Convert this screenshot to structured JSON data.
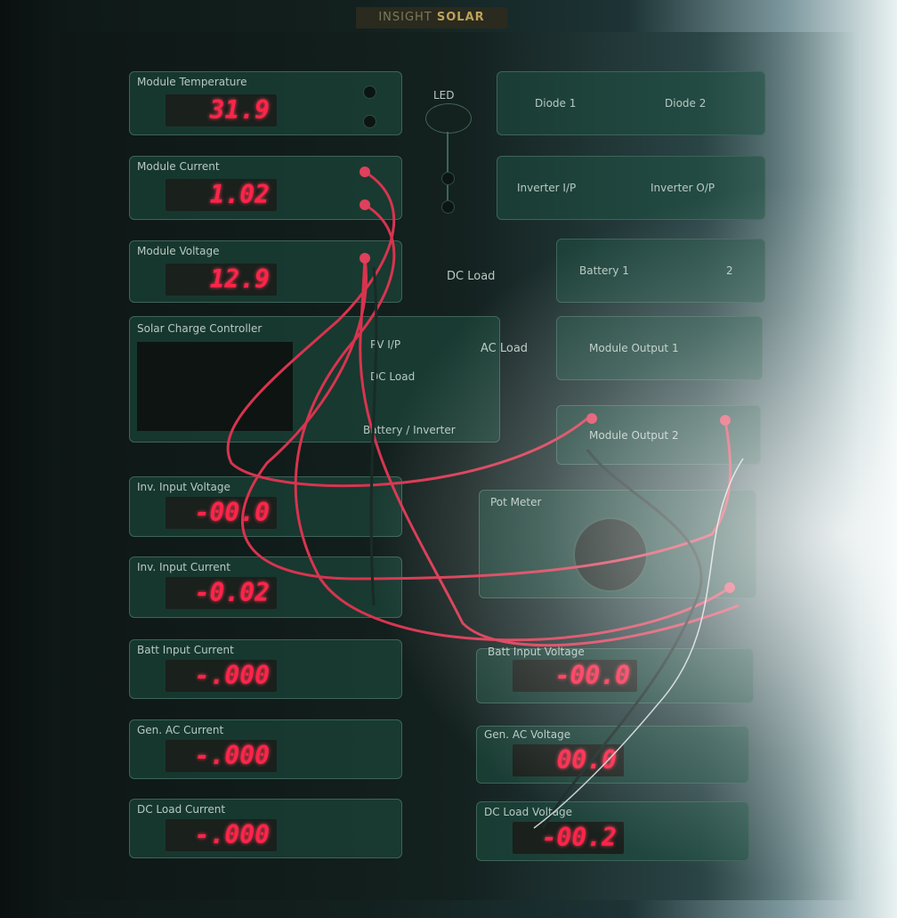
{
  "logo": {
    "text_a": "INSIGHT",
    "text_b": "SOLAR"
  },
  "meters_left": [
    {
      "label": "Module Temperature",
      "value": "31.9"
    },
    {
      "label": "Module Current",
      "value": "1.02"
    },
    {
      "label": "Module Voltage",
      "value": "12.9"
    },
    {
      "label": "Inv. Input Voltage",
      "value": "-00.0"
    },
    {
      "label": "Inv. Input Current",
      "value": "-0.02"
    },
    {
      "label": "Batt Input Current",
      "value": "-.000"
    },
    {
      "label": "Gen. AC Current",
      "value": "-.000"
    },
    {
      "label": "DC Load Current",
      "value": "-.000"
    }
  ],
  "meters_right": [
    {
      "label": "Batt Input Voltage",
      "value": "-00.0"
    },
    {
      "label": "Gen. AC Voltage",
      "value": "00.0"
    },
    {
      "label": "DC Load Voltage",
      "value": "-00.2"
    }
  ],
  "terminals": {
    "led": "LED",
    "diode1": "Diode 1",
    "diode2": "Diode 2",
    "inv_ip": "Inverter I/P",
    "inv_op": "Inverter O/P",
    "dc_load": "DC Load",
    "battery1": "Battery 1",
    "battery2": "2",
    "ac_load": "AC Load",
    "module_output1": "Module Output 1",
    "module_output2": "Module Output 2",
    "pot_meter": "Pot Meter"
  },
  "charge_controller": {
    "title": "Solar Charge Controller",
    "pv_ip": "PV I/P",
    "dc_load": "DC Load",
    "battery_inverter": "Battery / Inverter"
  },
  "colors": {
    "display": "#ff2448",
    "wire_red": "#d8344f",
    "panel": "#1e5042"
  }
}
